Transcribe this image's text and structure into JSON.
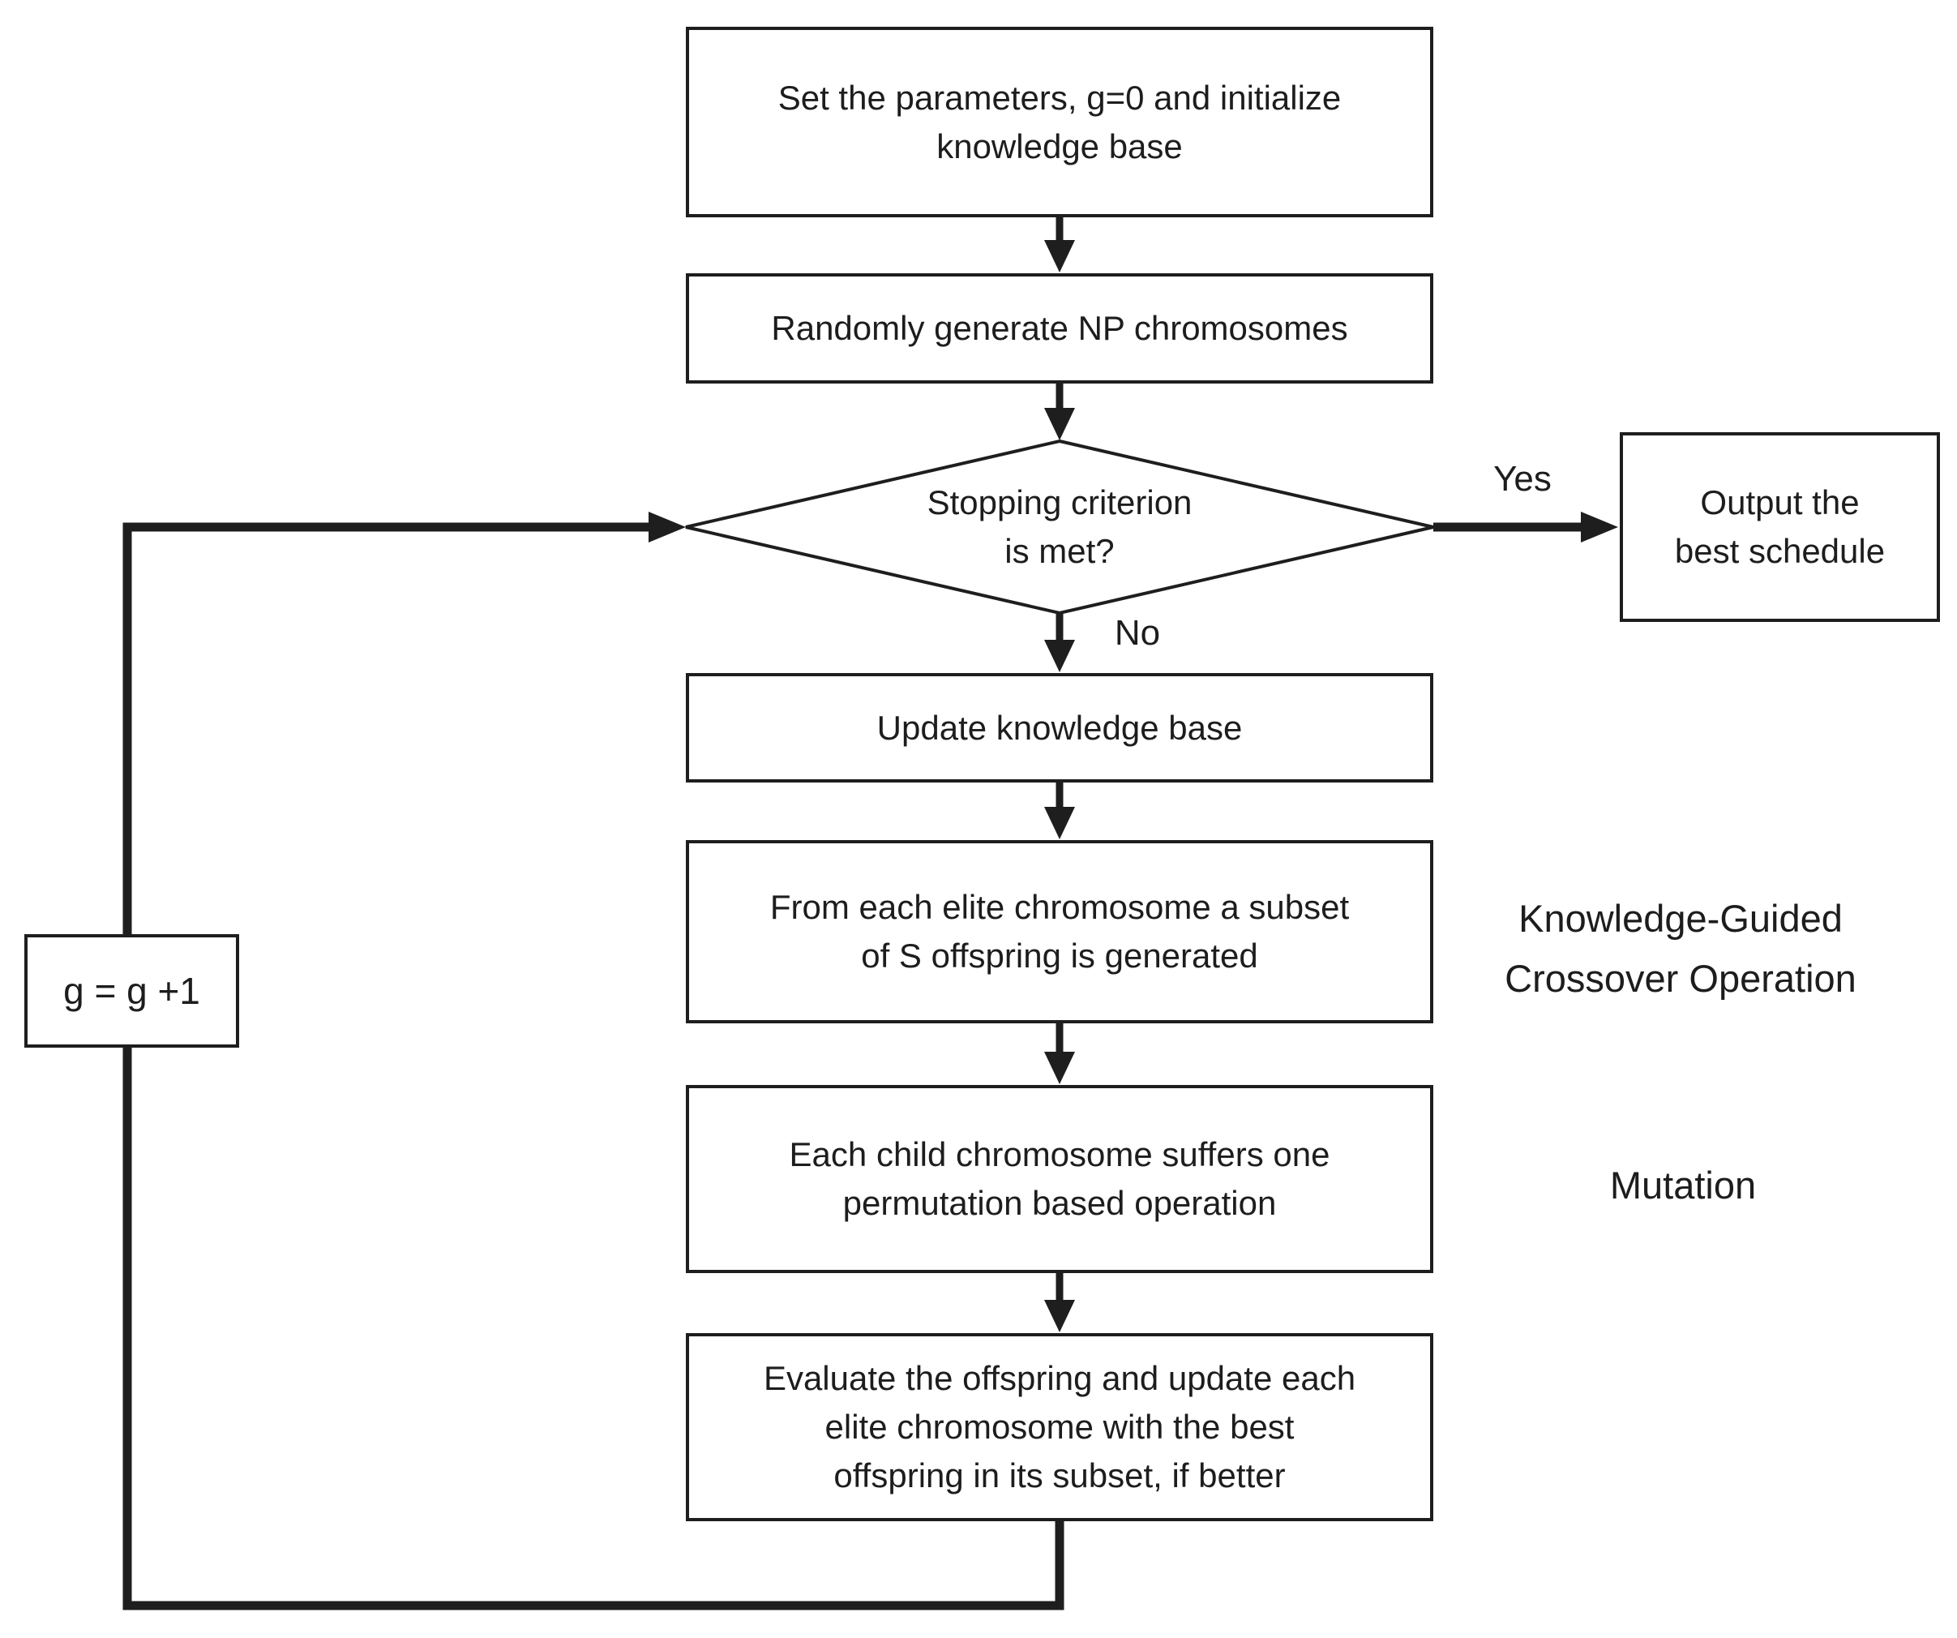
{
  "figure": {
    "type": "flowchart",
    "colors": {
      "ink": "#1e1e1e",
      "background": "#ffffff",
      "text": "#1d1d1d"
    },
    "nodes": {
      "init": "Set the parameters, g=0 and initialize\nknowledge base",
      "generate": "Randomly generate NP chromosomes",
      "decision": "Stopping criterion\nis met?",
      "output": "Output the\nbest schedule",
      "update": "Update knowledge base",
      "crossover": "From each elite chromosome a subset\nof S offspring is generated",
      "mutation": "Each child chromosome suffers one\npermutation based operation",
      "evaluate": "Evaluate the offspring and update each\nelite chromosome with the best\noffspring in its subset, if better",
      "increment": "g = g +1"
    },
    "edge_labels": {
      "yes": "Yes",
      "no": "No"
    },
    "annotations": {
      "crossover_label": "Knowledge-Guided\nCrossover Operation",
      "mutation_label": "Mutation"
    }
  }
}
